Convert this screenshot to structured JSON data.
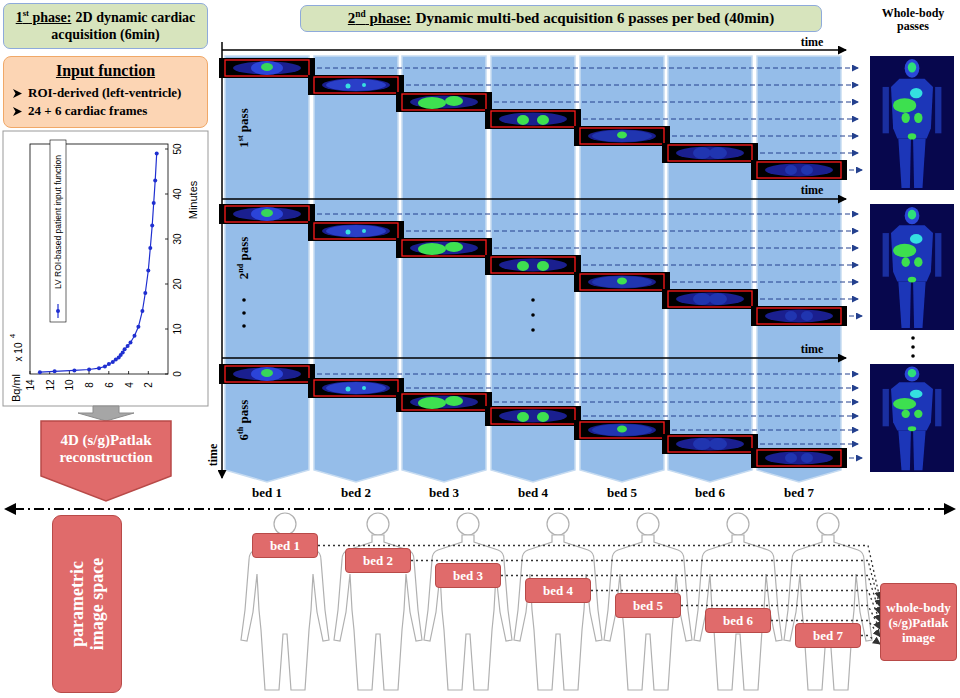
{
  "diagram": {
    "nodes": [
      {
        "text": [
          "1st phase:",
          "2D dynamic cardiac acquisition (6min)"
        ]
      },
      {
        "text": [
          "2nd phase:",
          "Dynamic multi-bed acquisition 6 passes per bed (40min)"
        ]
      },
      {
        "text": [
          "Input function",
          "ROI-derived (left-ventricle)",
          "24 + 6 cardiac frames"
        ]
      },
      {
        "text": [
          "4D (s/g)Patlak reconstruction"
        ]
      },
      {
        "text": [
          "parametric image space"
        ]
      },
      {
        "text": [
          "bed 1"
        ]
      },
      {
        "text": [
          "bed 2"
        ]
      },
      {
        "text": [
          "bed 3"
        ]
      },
      {
        "text": [
          "bed 4"
        ]
      },
      {
        "text": [
          "bed 5"
        ]
      },
      {
        "text": [
          "bed 6"
        ]
      },
      {
        "text": [
          "bed 7"
        ]
      },
      {
        "text": [
          "whole-body (s/g)Patlak image"
        ]
      }
    ],
    "edges": [
      {
        "from": 5,
        "to": 12,
        "arrow": "to"
      },
      {
        "from": 6,
        "to": 12,
        "arrow": "to"
      },
      {
        "from": 7,
        "to": 12,
        "arrow": "to"
      },
      {
        "from": 8,
        "to": 12,
        "arrow": "to"
      },
      {
        "from": 9,
        "to": 12,
        "arrow": "to"
      },
      {
        "from": 10,
        "to": 12,
        "arrow": "to"
      },
      {
        "from": 11,
        "to": 12,
        "arrow": "to"
      }
    ],
    "labels": [
      "LV ROI-based patient input function",
      "Minutes",
      "50",
      "40",
      "30",
      "20",
      "10",
      "0",
      "14",
      "12",
      "10",
      "8",
      "6",
      "4",
      "2",
      "x 10",
      "4",
      "Bq/ml",
      "time",
      "1st pass",
      "time",
      "2nd pass",
      "time",
      "6th pass",
      "time",
      "Whole-body passes",
      "bed 1",
      "bed 2",
      "bed 3",
      "bed 4",
      "bed 5",
      "bed 6",
      "bed 7"
    ]
  }
}
